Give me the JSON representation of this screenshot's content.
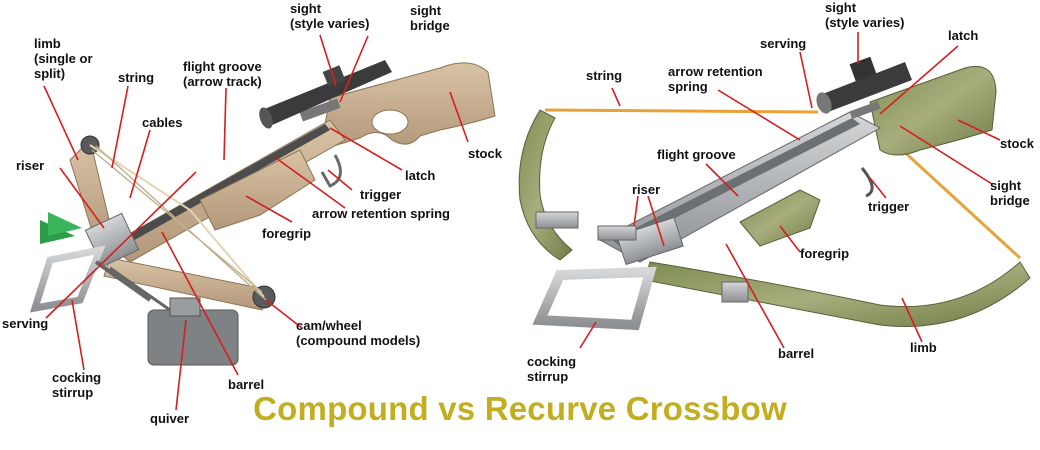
{
  "title": "Compound vs Recurve Crossbow",
  "colors": {
    "leader": "#d51f1f",
    "title": "#c2ae1f",
    "string": "#e8a23a",
    "camo_tan": "#c7ad8c",
    "camo_green": "#8a9a5c",
    "metal": "#aeb0b2"
  },
  "compound": {
    "labels": {
      "limb": [
        "limb",
        "(single or",
        "split)"
      ],
      "string": [
        "string"
      ],
      "cables": [
        "cables"
      ],
      "flight_groove": [
        "flight groove",
        "(arrow track)"
      ],
      "sight": [
        "sight",
        "(style varies)"
      ],
      "sight_bridge": [
        "sight",
        "bridge"
      ],
      "stock": [
        "stock"
      ],
      "latch": [
        "latch"
      ],
      "trigger": [
        "trigger"
      ],
      "arrow_retention_spring": [
        "arrow retention spring"
      ],
      "foregrip": [
        "foregrip"
      ],
      "riser": [
        "riser"
      ],
      "serving": [
        "serving"
      ],
      "cocking_stirrup": [
        "cocking",
        "stirrup"
      ],
      "quiver": [
        "quiver"
      ],
      "barrel": [
        "barrel"
      ],
      "cam_wheel": [
        "cam/wheel",
        "(compound models)"
      ]
    }
  },
  "recurve": {
    "labels": {
      "sight": [
        "sight",
        "(style varies)"
      ],
      "serving": [
        "serving"
      ],
      "latch": [
        "latch"
      ],
      "string": [
        "string"
      ],
      "arrow_retention_spring": [
        "arrow retention",
        "spring"
      ],
      "stock": [
        "stock"
      ],
      "flight_groove": [
        "flight groove"
      ],
      "sight_bridge": [
        "sight",
        "bridge"
      ],
      "trigger": [
        "trigger"
      ],
      "riser": [
        "riser"
      ],
      "foregrip": [
        "foregrip"
      ],
      "cocking_stirrup": [
        "cocking",
        "stirrup"
      ],
      "barrel": [
        "barrel"
      ],
      "limb": [
        "limb"
      ]
    }
  }
}
